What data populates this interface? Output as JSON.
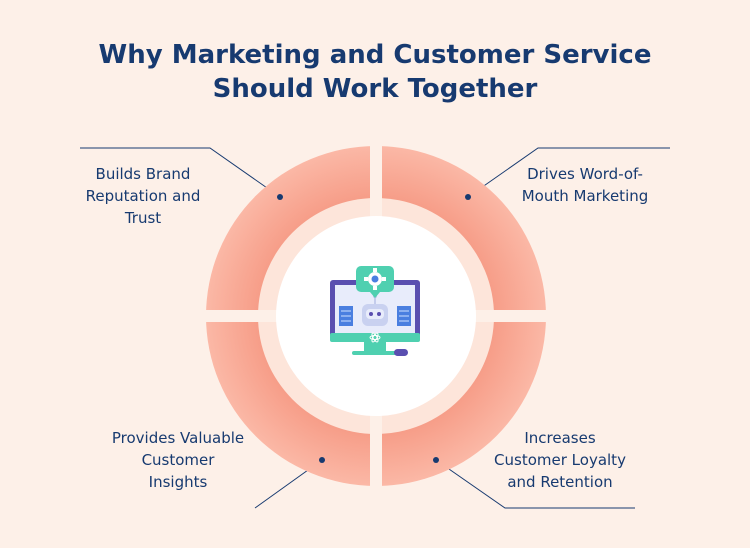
{
  "title": {
    "line1": "Why Marketing and Customer Service",
    "line2": "Should Work Together"
  },
  "segments": [
    {
      "id": "top-left",
      "lines": [
        "Builds Brand",
        "Reputation and",
        "Trust"
      ]
    },
    {
      "id": "top-right",
      "lines": [
        "Drives Word-of-",
        "Mouth Marketing"
      ]
    },
    {
      "id": "bottom-left",
      "lines": [
        "Provides Valuable",
        "Customer",
        "Insights"
      ]
    },
    {
      "id": "bottom-right",
      "lines": [
        "Increases",
        "Customer Loyalty",
        "and Retention"
      ]
    }
  ],
  "colors": {
    "background": "#fdf0e8",
    "ring_outer": "#fbb8a6",
    "ring_inner": "#f5957f",
    "ring_gap": "#fde5da",
    "center": "#ffffff",
    "text": "#173a70",
    "monitor": "#5a4fb0",
    "accent": "#4fd0b0",
    "panel": "#4a7fe0"
  },
  "center_icon": "monitor-robot-gear-icon"
}
